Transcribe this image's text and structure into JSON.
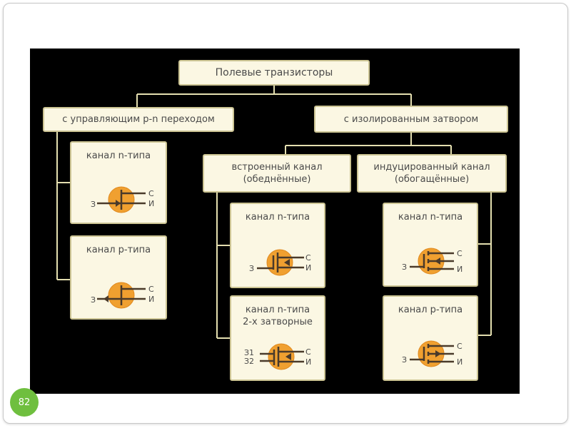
{
  "diagram": {
    "title": "Полевые транзисторы",
    "branch_left": "с управляющим p-n переходом",
    "branch_right": "с изолированным затвором",
    "built_in": {
      "line1": "встроенный канал",
      "line2": "(обеднённые)"
    },
    "induced": {
      "line1": "индуцированный канал",
      "line2": "(обогащённые)"
    },
    "cards": {
      "jfet_n": {
        "label": "канал n-типа",
        "pins": {
          "gate": "З",
          "drain": "С",
          "source": "И"
        }
      },
      "jfet_p": {
        "label": "канал p-типа",
        "pins": {
          "gate": "З",
          "drain": "С",
          "source": "И"
        }
      },
      "dep_n": {
        "label": "канал n-типа",
        "pins": {
          "gate": "З",
          "drain": "С",
          "source": "И"
        }
      },
      "dep_n2": {
        "label1": "канал n-типа",
        "label2": "2-х затворные",
        "pins": {
          "gate1": "З1",
          "gate2": "З2",
          "drain": "С",
          "source": "И"
        }
      },
      "enh_n": {
        "label": "канал n-типа",
        "pins": {
          "gate": "З",
          "drain": "С",
          "source": "И"
        }
      },
      "enh_p": {
        "label": "канал p-типа",
        "pins": {
          "gate": "З",
          "drain": "С",
          "source": "И"
        }
      }
    }
  },
  "page_number": "82",
  "colors": {
    "panel": "#000000",
    "box_fill": "#fbf7e3",
    "box_border": "#ccc493",
    "connector": "#e4dfb0",
    "symbol_circle": "#f0a030",
    "badge": "#6fbf3f"
  }
}
